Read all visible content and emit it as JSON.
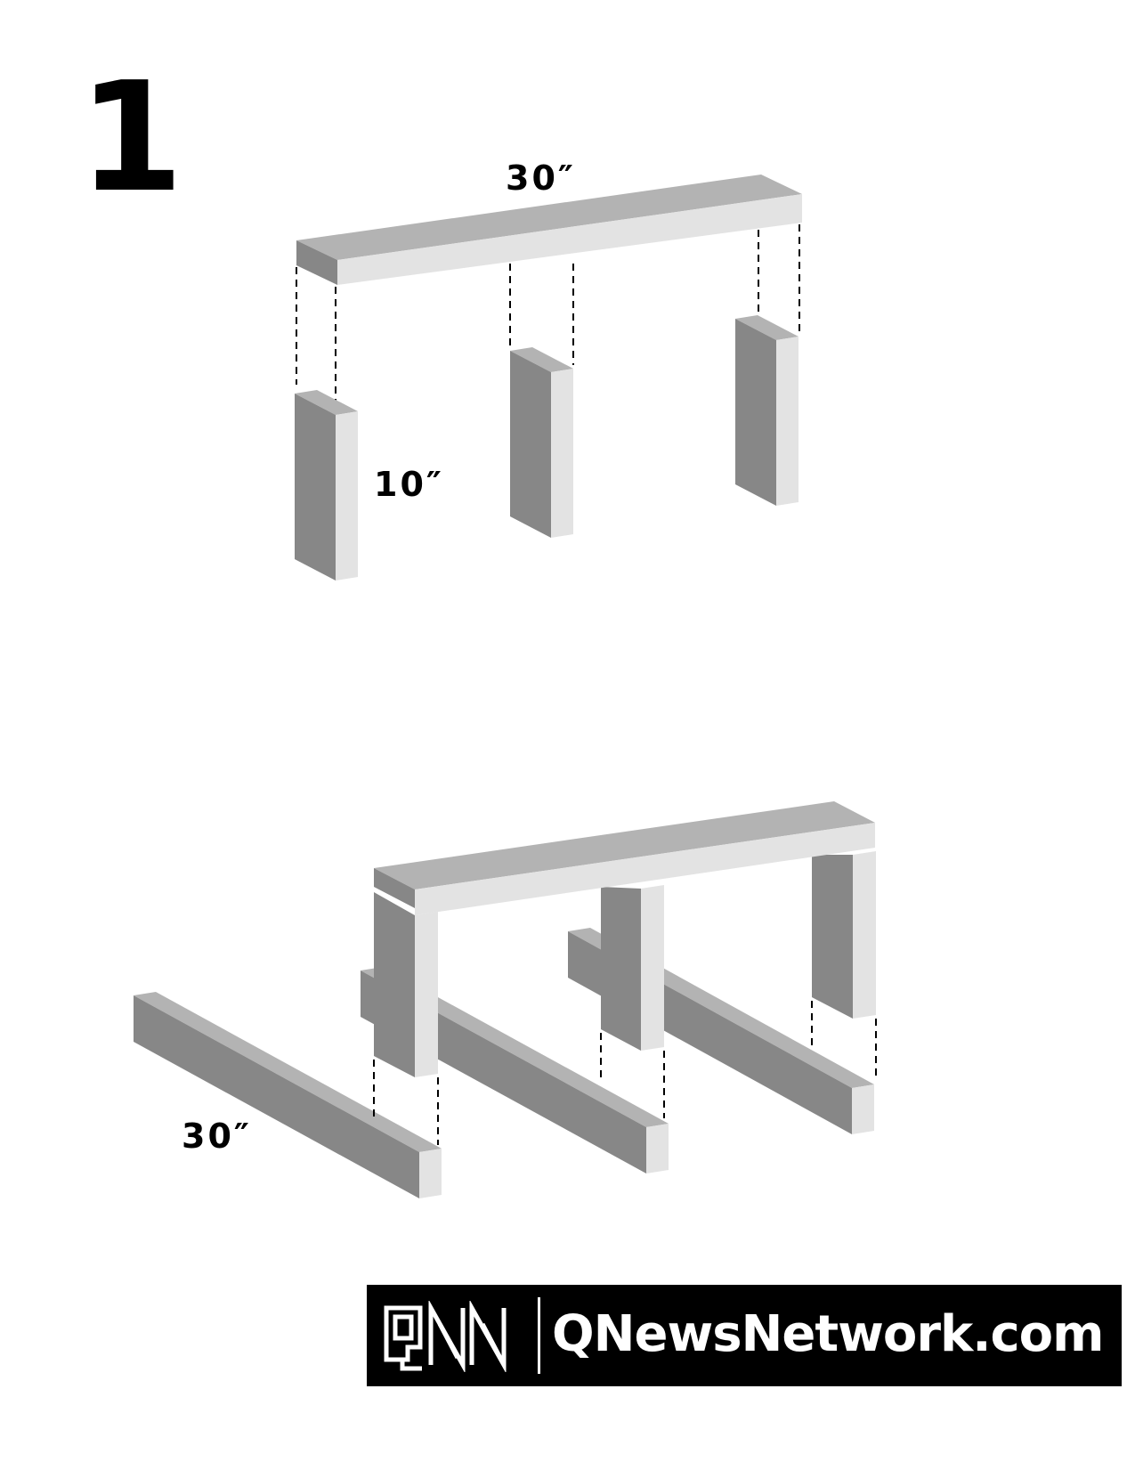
{
  "step": {
    "number": "1"
  },
  "labels": {
    "top_board_length": "30″",
    "leg_length": "10″",
    "runner_length": "30″"
  },
  "colors": {
    "face_light": "#e3e3e3",
    "face_mid": "#b3b3b3",
    "face_dark": "#878787",
    "guide_line": "#000000"
  },
  "banner": {
    "logo_text": "QNN",
    "site": "QNewsNetwork.com"
  }
}
